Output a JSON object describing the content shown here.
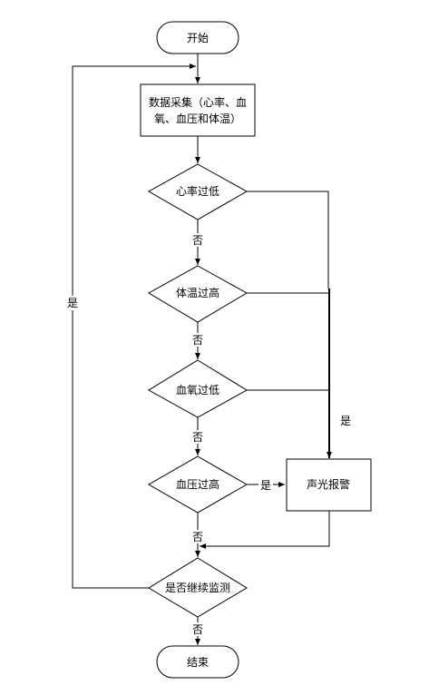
{
  "nodes": {
    "start": "开始",
    "collect_line1": "数据采集（心率、血",
    "collect_line2": "氧、血压和体温）",
    "d1": "心率过低",
    "d2": "体温过高",
    "d3": "血氧过低",
    "d4": "血压过高",
    "alarm": "声光报警",
    "d5": "是否继续监测",
    "end": "结束"
  },
  "labels": {
    "no1": "否",
    "no2": "否",
    "no3": "否",
    "no4": "否",
    "no5": "否",
    "yes_right": "是",
    "yes_d4": "是",
    "yes_loop": "是"
  },
  "colors": {
    "stroke": "#000000",
    "fill": "#ffffff"
  }
}
